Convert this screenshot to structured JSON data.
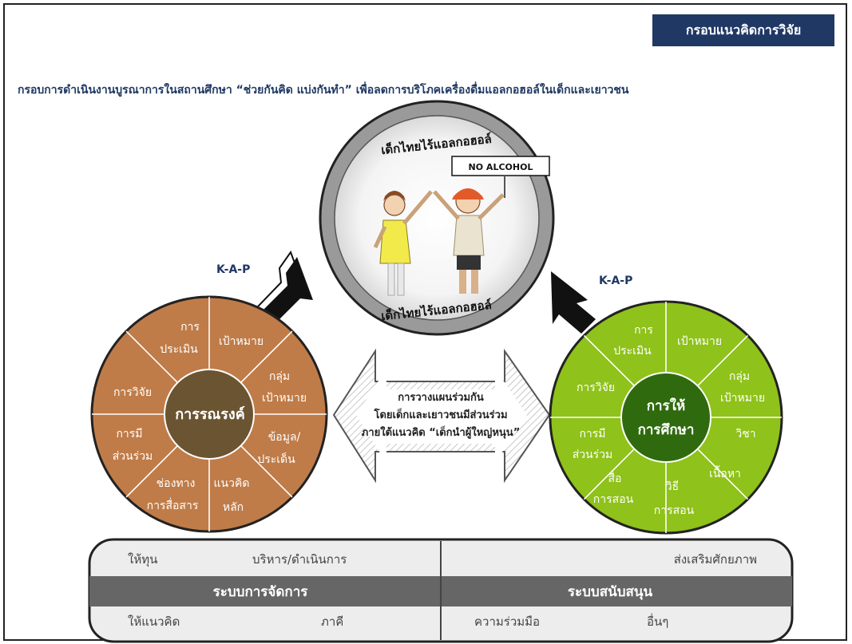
{
  "header": {
    "title": "กรอบแนวคิดการวิจัย"
  },
  "subtitle": "กรอบการดำเนินงานบูรณาการในสถานศึกษา “ช่วยกันคิด แบ่งกันทำ” เพื่อลดการบริโภคเครื่องดื่มแอลกอฮอล์ในเด็กและเยาวชน",
  "center_circle": {
    "top_text": "เด็กไทยไร้แอลกอฮอล์",
    "bottom_text": "เด็กไทยไร้แอลกอฮอล์",
    "sign_text": "NO ALCOHOL"
  },
  "kap_left": "K-A-P",
  "kap_right": "K-A-P",
  "left_wheel": {
    "center_label": "การรณรงค์",
    "segments": [
      "การ",
      "ประเมิน",
      "เป้าหมาย",
      "กลุ่ม",
      "เป้าหมาย",
      "ข้อมูล/",
      "ประเด็น",
      "แนวคิด",
      "หลัก",
      "ช่องทาง",
      "การสื่อสาร",
      "การมี",
      "ส่วนร่วม",
      "การวิจัย"
    ],
    "colors": {
      "wheel": "#c07c48",
      "center": "#6b5432"
    }
  },
  "right_wheel": {
    "center_label_1": "การให้",
    "center_label_2": "การศึกษา",
    "segments": [
      "การ",
      "ประเมิน",
      "เป้าหมาย",
      "กลุ่ม",
      "เป้าหมาย",
      "วิชา",
      "เนื้อหา",
      "วิธี",
      "การสอน",
      "สื่อ",
      "การสอน",
      "การมี",
      "ส่วนร่วม",
      "การวิจัย"
    ],
    "colors": {
      "wheel": "#8fc21a",
      "center": "#2f6a0f"
    }
  },
  "middle_arrow": {
    "line1": "การวางแผนร่วมกัน",
    "line2": "โดยเด็กและเยาวชนมีส่วนร่วม",
    "line3": "ภายใต้แนวคิด “เด็กนำผู้ใหญ่หนุน”"
  },
  "bottom_panel": {
    "left": {
      "top_items": [
        "ให้ทุน",
        "บริหาร/ดำเนินการ"
      ],
      "title": "ระบบการจัดการ",
      "bottom_items": [
        "ให้แนวคิด",
        "ภาคี"
      ]
    },
    "right": {
      "top_items": [
        "ส่งเสริมศักยภาพ"
      ],
      "title": "ระบบสนับสนุน",
      "bottom_items": [
        "ความร่วมมือ",
        "อื่นๆ"
      ]
    }
  }
}
